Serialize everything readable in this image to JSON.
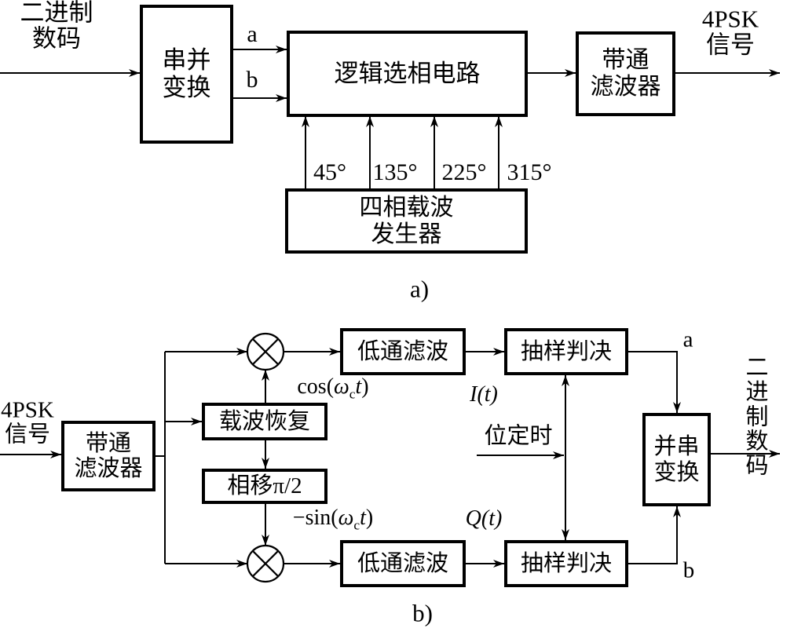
{
  "page": {
    "background_color": "#ffffff",
    "line_color": "#000000"
  },
  "diagram_a": {
    "caption": "a)",
    "input_label": "二进制\n数码",
    "serial_to_parallel": "串并\n变换",
    "branch_a": "a",
    "branch_b": "b",
    "logic_phase_selector": "逻辑选相电路",
    "bandpass_filter": "带通\n滤波器",
    "output_label": "4PSK\n信号",
    "phases": [
      "45°",
      "135°",
      "225°",
      "315°"
    ],
    "carrier_generator": "四相载波\n发生器"
  },
  "diagram_b": {
    "caption": "b)",
    "input_label": "4PSK\n信号",
    "bandpass_filter": "带通\n滤波器",
    "carrier_recovery": "载波恢复",
    "phase_shift": "相移π/2",
    "cos_label": {
      "fn": "cos(",
      "omega": "ω",
      "sub": "c",
      "var": "t",
      "close": ")"
    },
    "sin_label": {
      "fn": "−sin(",
      "omega": "ω",
      "sub": "c",
      "var": "t",
      "close": ")"
    },
    "i_signal": "I(t)",
    "q_signal": "Q(t)",
    "bit_timing": "位定时",
    "lpf_top": "低通滤波",
    "decision_top": "抽样判决",
    "lpf_bottom": "低通滤波",
    "decision_bottom": "抽样判决",
    "parallel_to_serial": "并串\n变换",
    "output_label": "二进制\n数码",
    "branch_a": "a",
    "branch_b": "b"
  }
}
